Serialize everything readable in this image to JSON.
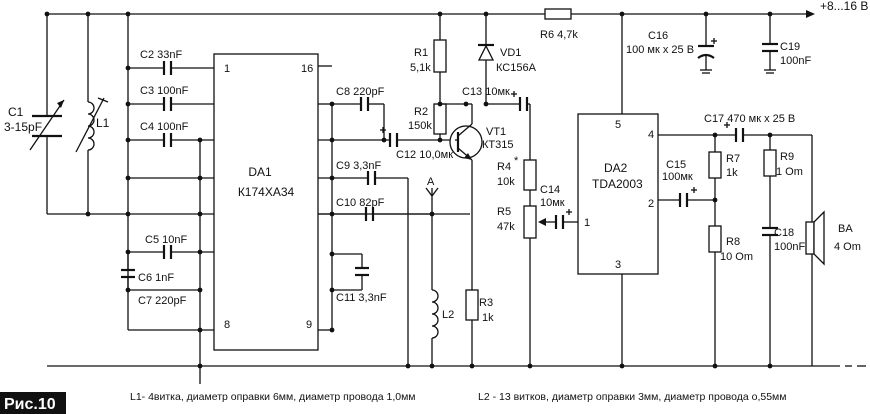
{
  "figure": {
    "label": "Рис.10"
  },
  "supply": {
    "positive": "+8...16 В",
    "negative": "-"
  },
  "notes": {
    "l1": "L1- 4витка, диаметр оправки 6мм, диаметр провода 1,0мм",
    "l2": "L2 - 13 витков, диаметр оправки 3мм, диаметр провода о,55мм"
  },
  "chips": {
    "da1": {
      "ref": "DA1",
      "part": "К174ХА34",
      "pin1": "1",
      "pin16": "16",
      "pin8": "8",
      "pin9": "9"
    },
    "da2": {
      "ref": "DA2",
      "part": "TDA2003",
      "pin5": "5",
      "pin4": "4",
      "pin2": "2",
      "pin1": "1",
      "pin3": "3"
    }
  },
  "components": {
    "c1": {
      "ref": "C1",
      "value": "3-15pF"
    },
    "l1": {
      "ref": "L1"
    },
    "c2": "C2 33nF",
    "c3": "C3 100nF",
    "c4": "C4 100nF",
    "c5": "C5 10nF",
    "c6": "C6 1nF",
    "c7": "C7 220pF",
    "c8": "C8 220pF",
    "c9": "C9 3,3nF",
    "c10": "C10 82pF",
    "c11": "C11 3,3nF",
    "c12": "C12 10,0мк",
    "antenna": "A",
    "l2": "L2",
    "r1": {
      "ref": "R1",
      "value": "5,1k"
    },
    "r2": {
      "ref": "R2",
      "value": "150k"
    },
    "r3": {
      "ref": "R3",
      "value": "1k"
    },
    "vd1": {
      "ref": "VD1",
      "value": "КС156А"
    },
    "vt1": {
      "ref": "VT1",
      "value": "КТ315"
    },
    "c13": "C13 10мк",
    "r4": {
      "ref": "R4",
      "value": "10k",
      "mark": "*"
    },
    "r5": {
      "ref": "R5",
      "value": "47k"
    },
    "c14": {
      "ref": "C14",
      "value": "10мк"
    },
    "r6": "R6 4,7k",
    "c16": {
      "ref": "C16",
      "value": "100 мк х 25 В"
    },
    "c19": {
      "ref": "C19",
      "value": "100nF"
    },
    "c17": "C17 470 мк х 25 В",
    "c15": {
      "ref": "C15",
      "value": "100мк"
    },
    "r7": {
      "ref": "R7",
      "value": "1k"
    },
    "r8": {
      "ref": "R8",
      "value": "10 Om"
    },
    "r9": {
      "ref": "R9",
      "value": "1 Om"
    },
    "c18": {
      "ref": "C18",
      "value": "100nF"
    },
    "ba": {
      "ref": "BA",
      "value": "4 Om"
    }
  }
}
